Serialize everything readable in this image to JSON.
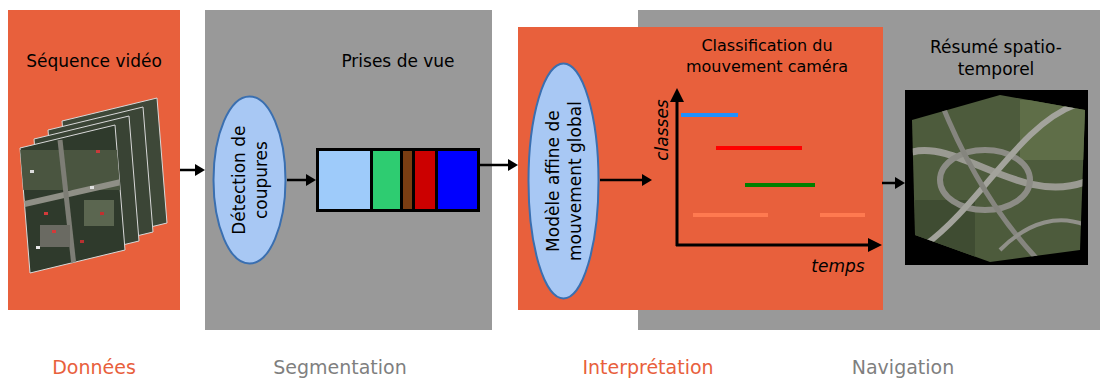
{
  "diagram": {
    "nodes": [
      {
        "text": [
          "Séquence vidéo",
          "Données"
        ]
      },
      {
        "text": [
          "Segmentation"
        ]
      },
      {
        "text": [
          "Détection de coupures"
        ],
        "in": 1
      },
      {
        "text": [
          "Prises de vue"
        ],
        "in": 1
      },
      {
        "text": [
          "Interprétation"
        ]
      },
      {
        "text": [
          "Modèle affine de mouvement global"
        ],
        "in": 4
      },
      {
        "text": [
          "Classification du mouvement caméra"
        ],
        "in": 4
      },
      {
        "text": [
          "Navigation"
        ]
      },
      {
        "text": [
          "Résumé spatio-temporel"
        ],
        "in": 7
      }
    ],
    "edges": [
      {
        "from": 0,
        "to": 1,
        "arrow": "to"
      },
      {
        "from": 2,
        "to": 3,
        "arrow": "to"
      },
      {
        "from": 3,
        "to": 4,
        "arrow": "to"
      },
      {
        "from": 5,
        "to": 6,
        "arrow": "to"
      },
      {
        "from": 6,
        "to": 8,
        "arrow": "to"
      }
    ],
    "labels": [
      "classes",
      "temps"
    ]
  }
}
